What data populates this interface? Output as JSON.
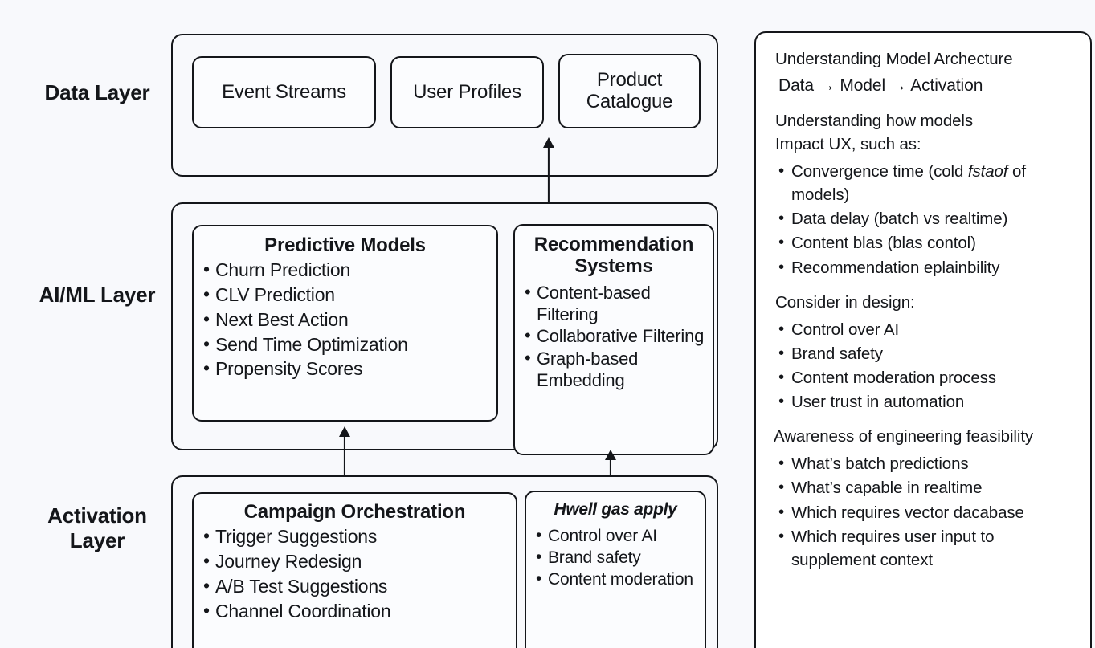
{
  "background_color": "#f8f9fc",
  "ink_color": "#14161a",
  "diagram": {
    "layers": [
      {
        "label": "Data Layer",
        "cards": [
          {
            "title": "Event Streams",
            "items": []
          },
          {
            "title": "User Profiles",
            "items": []
          },
          {
            "title": "Product\nCatalogue",
            "items": []
          }
        ]
      },
      {
        "label": "AI/ML Layer",
        "cards": [
          {
            "title": "Predictive Models",
            "items": [
              "Churn Prediction",
              "CLV Prediction",
              "Next Best Action",
              "Send Time Optimization",
              "Propensity Scores"
            ]
          },
          {
            "title": "Recommendation Systems",
            "items": [
              "Content-based Filtering",
              "Collaborative Filtering",
              "Graph-based Embedding"
            ]
          }
        ]
      },
      {
        "label": "Activation Layer",
        "cards": [
          {
            "title": "Campaign Orchestration",
            "items": [
              "Trigger Suggestions",
              "Journey Redesign",
              "A/B Test Suggestions",
              "Channel Coordination"
            ]
          },
          {
            "title": "Hwell gas apply",
            "items": [
              "Control over AI",
              "Brand safety",
              "Content moderation"
            ]
          }
        ]
      }
    ],
    "arrows": [
      {
        "name": "ai-to-data-arrow",
        "direction": "up"
      },
      {
        "name": "activation-to-predictive-arrow",
        "direction": "up"
      },
      {
        "name": "activation-to-recommendation-arrow",
        "direction": "up"
      }
    ]
  },
  "notes": {
    "heading_1": "Understanding Model Archecture",
    "flow": "Data → Model → Activation",
    "heading_2_line1": "Understanding how models",
    "heading_2_line2": "Impact UX, such as:",
    "impact_items": [
      {
        "pre": "Convergence time (cold ",
        "italic": "fstaof",
        "post": " of models)"
      },
      {
        "pre": "Data delay (batch vs realtime)",
        "italic": "",
        "post": ""
      },
      {
        "pre": "Content blas (blas contol)",
        "italic": "",
        "post": ""
      },
      {
        "pre": "Recommendation eplainbility",
        "italic": "",
        "post": ""
      }
    ],
    "heading_3": "Consider in design:",
    "design_items": [
      "Control over AI",
      "Brand safety",
      "Content moderation process",
      "User trust in automation"
    ],
    "heading_4": "Awareness of engineering feasibility",
    "feasibility_items": [
      "What’s batch predictions",
      "What’s capable in realtime",
      "Which requires vector dacabase",
      "Which requires user input to supplement context"
    ]
  }
}
